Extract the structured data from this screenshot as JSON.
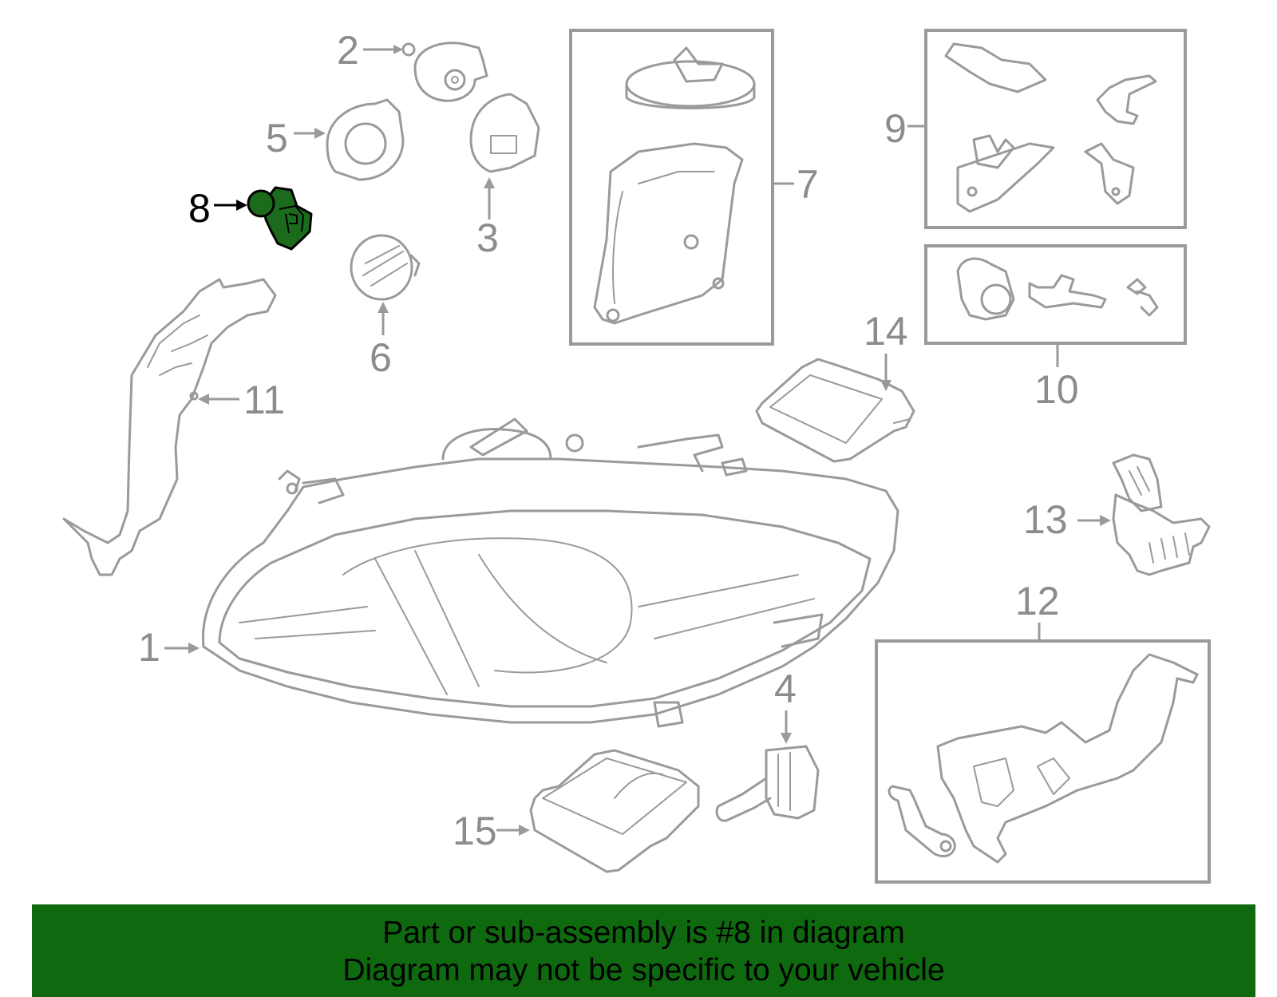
{
  "callouts": {
    "c1": "1",
    "c2": "2",
    "c3": "3",
    "c4": "4",
    "c5": "5",
    "c6": "6",
    "c7": "7",
    "c8": "8",
    "c9": "9",
    "c10": "10",
    "c11": "11",
    "c12": "12",
    "c13": "13",
    "c14": "14",
    "c15": "15"
  },
  "highlighted_part": "8",
  "banner": {
    "line1": "Part or sub-assembly is #8 in diagram",
    "line2": "Diagram may not be specific to your vehicle"
  },
  "colors": {
    "highlight": "#1c6b1c",
    "banner": "#0f6a0f",
    "line_art": "#9a9a9a"
  }
}
